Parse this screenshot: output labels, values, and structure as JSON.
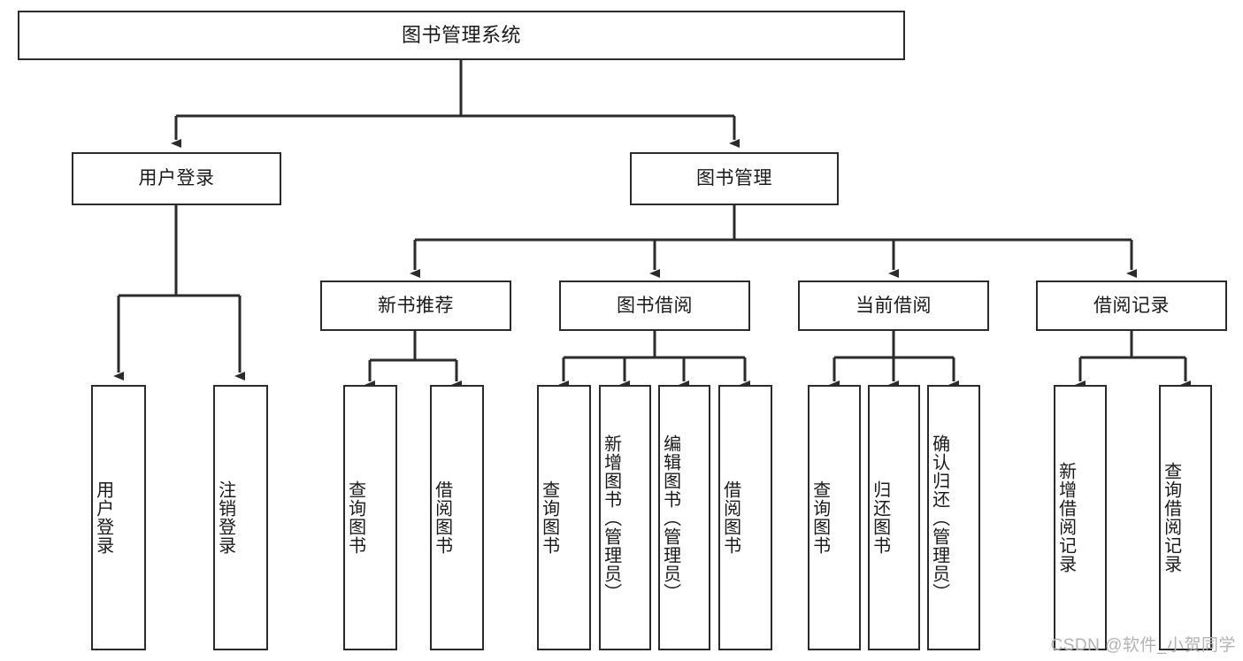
{
  "diagram": {
    "title": "图书管理系统",
    "type": "tree",
    "root": {
      "label": "图书管理系统"
    },
    "level1": [
      {
        "label": "用户登录"
      },
      {
        "label": "图书管理"
      }
    ],
    "level2": [
      {
        "label": "新书推荐"
      },
      {
        "label": "图书借阅"
      },
      {
        "label": "当前借阅"
      },
      {
        "label": "借阅记录"
      }
    ],
    "leaves": {
      "user_login": [
        {
          "label": "用户登录"
        },
        {
          "label": "注销登录"
        }
      ],
      "new_book_recommend": [
        {
          "label": "查询图书"
        },
        {
          "label": "借阅图书"
        }
      ],
      "book_borrow": [
        {
          "label": "查询图书"
        },
        {
          "label": "新增图书（管理员）"
        },
        {
          "label": "编辑图书（管理员）"
        },
        {
          "label": "借阅图书"
        }
      ],
      "current_borrow": [
        {
          "label": "查询图书"
        },
        {
          "label": "归还图书"
        },
        {
          "label": "确认归还（管理员）"
        }
      ],
      "borrow_record": [
        {
          "label": "新增借阅记录"
        },
        {
          "label": "查询借阅记录"
        }
      ]
    }
  },
  "watermark": {
    "text": "CSDN @软件_小贺同学"
  },
  "colors": {
    "stroke": "#2b2b2b",
    "background": "#ffffff",
    "text": "#1a1a1a",
    "watermark": "#b3b3b3"
  }
}
